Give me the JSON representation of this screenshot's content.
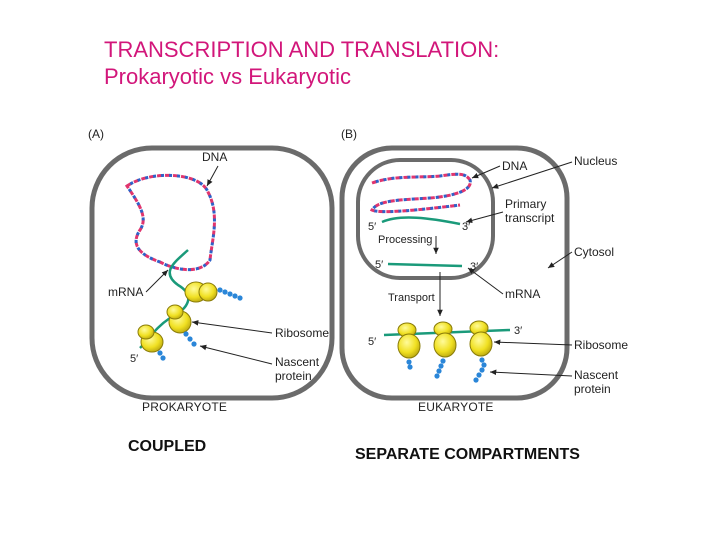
{
  "title": {
    "line1": "TRANSCRIPTION AND TRANSLATION:",
    "line2": "Prokaryotic vs Eukaryotic"
  },
  "panel_a": {
    "letter": "(A)",
    "dna": "DNA",
    "mrna": "mRNA",
    "five_prime": "5′",
    "ribosome": "Ribosome",
    "nascent_1": "Nascent",
    "nascent_2": "protein",
    "name": "PROKARYOTE"
  },
  "panel_b": {
    "letter": "(B)",
    "dna": "DNA",
    "nucleus": "Nucleus",
    "primary_1": "Primary",
    "primary_2": "transcript",
    "five_prime_a": "5′",
    "three_prime_a": "3′",
    "processing": "Processing",
    "five_prime_b": "5′",
    "three_prime_b": "3′",
    "cytosol": "Cytosol",
    "transport": "Transport",
    "mrna": "mRNA",
    "five_prime_c": "5′",
    "three_prime_c": "3′",
    "ribosome": "Ribosome",
    "nascent_1": "Nascent",
    "nascent_2": "protein",
    "name": "EUKARYOTE"
  },
  "captions": {
    "left": "COUPLED",
    "right": "SEPARATE COMPARTMENTS"
  },
  "colors": {
    "title": "#d2167a",
    "dna_strand_1": "#e0356e",
    "dna_strand_2": "#2f62c8",
    "mrna": "#1a9a7a",
    "ribosome": "#f0e021",
    "protein": "#2a86d8",
    "cell_wall": "#6b6b6b"
  }
}
